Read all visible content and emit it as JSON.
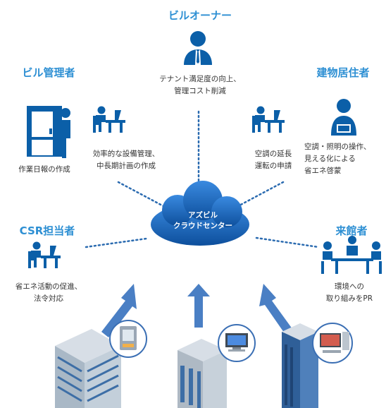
{
  "colors": {
    "role_title": "#2d8fd3",
    "icon": "#0b5fa8",
    "dotted_line": "#2b6bb0",
    "arrow": "#4a7fc4",
    "cloud_light": "#3a8ae0",
    "cloud_dark": "#0d4f9c"
  },
  "cloud": {
    "line1": "アズビル",
    "line2": "クラウドセンター"
  },
  "roles": {
    "owner": {
      "title": "ビルオーナー",
      "caption": [
        "テナント満足度の向上、",
        "管理コスト削減"
      ]
    },
    "manager": {
      "title": "ビル管理者",
      "caption_left": [
        "作業日報の作成"
      ],
      "caption_right": [
        "効率的な設備管理、",
        "中長期計画の作成"
      ]
    },
    "resident": {
      "title": "建物居住者",
      "caption_left": [
        "空調の延長",
        "運転の申請"
      ],
      "caption_right": [
        "空調・照明の操作、",
        "見える化による",
        "省エネ啓蒙"
      ]
    },
    "csr": {
      "title": "CSR担当者",
      "caption": [
        "省エネ活動の促進、",
        "法令対応"
      ]
    },
    "visitor": {
      "title": "来館者",
      "caption": [
        "環境への",
        "取り組みをPR"
      ]
    }
  },
  "icons": {
    "owner": "businessman-icon",
    "manager_left": "worker-at-door-icon",
    "manager_right": "person-at-desk-icon",
    "resident_left": "person-at-desk-icon",
    "resident_right": "person-with-laptop-icon",
    "csr": "person-at-desk-icon",
    "visitor": "meeting-group-icon",
    "building_left": "control-panel-icon",
    "building_center": "monitor-icon",
    "building_right": "pc-icon"
  }
}
